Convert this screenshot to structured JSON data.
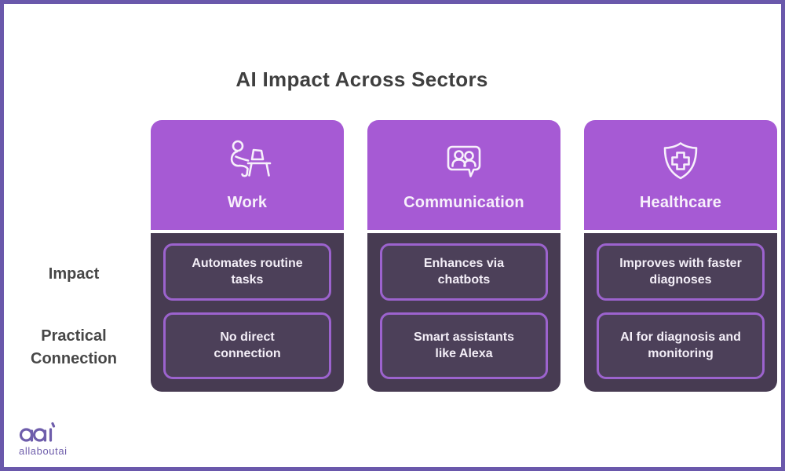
{
  "title": "AI Impact Across Sectors",
  "rows": {
    "impact_label": "Impact",
    "practical_label": "Practical Connection"
  },
  "columns": [
    {
      "label": "Work",
      "icon": "person-at-desk-icon",
      "impact": "Automates routine tasks",
      "practical": "No direct connection"
    },
    {
      "label": "Communication",
      "icon": "chat-people-icon",
      "impact": "Enhances via chatbots",
      "practical": "Smart assistants like Alexa"
    },
    {
      "label": "Healthcare",
      "icon": "shield-cross-icon",
      "impact": "Improves with faster diagnoses",
      "practical": "AI for diagnosis and monitoring"
    }
  ],
  "logo": {
    "mark": "aai",
    "name": "allaboutai"
  },
  "colors": {
    "frame_border": "#6a58ab",
    "background": "#ffffff",
    "header_purple": "#a65ad4",
    "panel_dark": "#473b52",
    "card_background": "#4c4059",
    "card_border": "#9c63ce",
    "title_text": "#3f3f3f",
    "row_label_text": "#474747",
    "header_text": "#f7f0fb",
    "card_text": "#f3eef7",
    "logo_purple": "#6e5dab"
  }
}
